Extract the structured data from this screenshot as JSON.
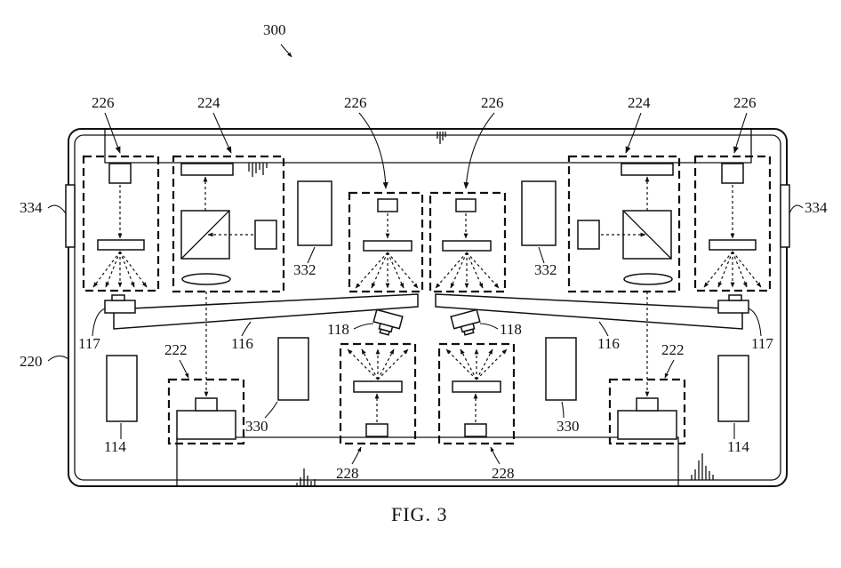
{
  "figure": {
    "caption": "FIG. 3",
    "ref_300": "300",
    "ref_220": "220",
    "ref_334_left": "334",
    "ref_334_right": "334",
    "ref_226_a": "226",
    "ref_224_left": "224",
    "ref_226_b": "226",
    "ref_226_c": "226",
    "ref_224_right": "224",
    "ref_226_d": "226",
    "ref_332_left": "332",
    "ref_332_right": "332",
    "ref_117_left": "117",
    "ref_116_left": "116",
    "ref_118_left": "118",
    "ref_118_right": "118",
    "ref_116_right": "116",
    "ref_117_right": "117",
    "ref_222_left": "222",
    "ref_222_right": "222",
    "ref_330_left": "330",
    "ref_330_right": "330",
    "ref_114_left": "114",
    "ref_114_right": "114",
    "ref_228_left": "228",
    "ref_228_right": "228"
  }
}
